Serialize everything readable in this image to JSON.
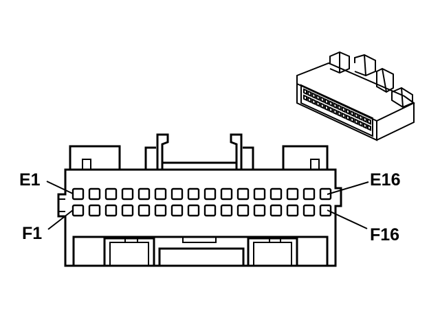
{
  "labels": {
    "top_left": "E1",
    "top_right": "E16",
    "bottom_left": "F1",
    "bottom_right": "F16"
  },
  "connector": {
    "rows": 2,
    "cavities_per_row": 16
  },
  "colors": {
    "line": "#000000",
    "background": "#ffffff"
  }
}
